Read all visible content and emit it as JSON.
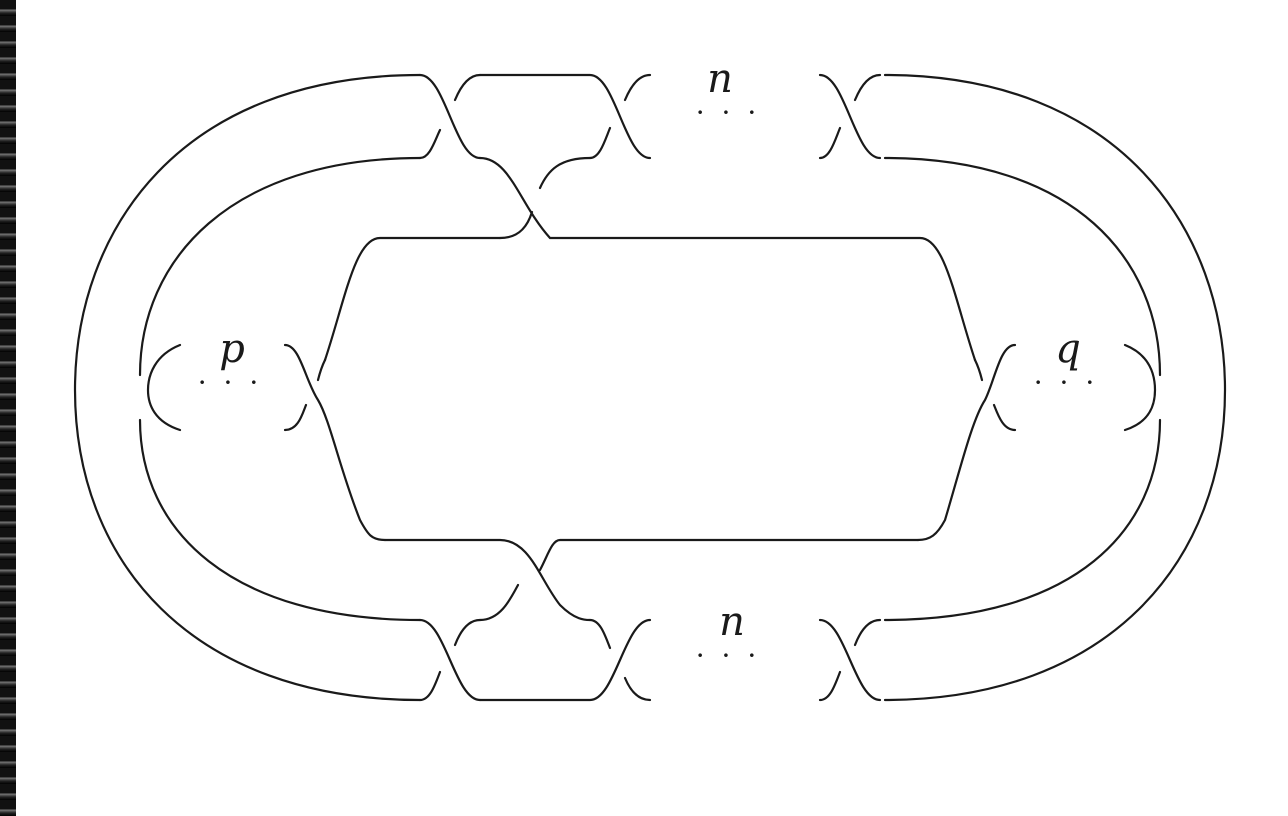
{
  "diagram": {
    "labels": {
      "top_twist_count": "n",
      "bottom_twist_count": "n",
      "left_twist_count": "p",
      "right_twist_count": "q"
    },
    "ellipsis": "· · ·"
  }
}
